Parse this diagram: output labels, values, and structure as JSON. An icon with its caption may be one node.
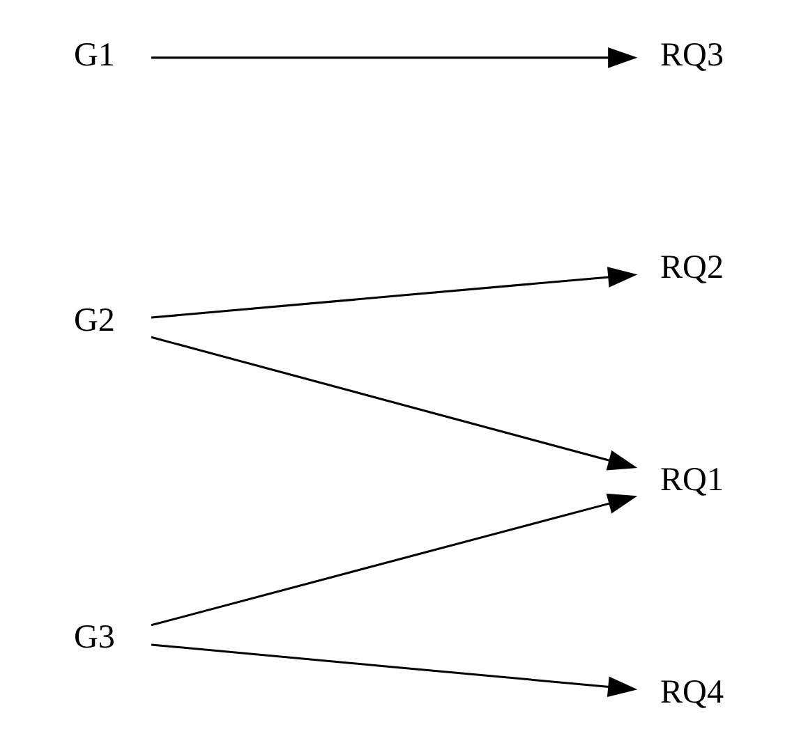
{
  "diagram": {
    "nodes": [
      {
        "text": [
          "G1"
        ]
      },
      {
        "text": [
          "G2"
        ]
      },
      {
        "text": [
          "G3"
        ]
      },
      {
        "text": [
          "RQ1"
        ]
      },
      {
        "text": [
          "RQ2"
        ]
      },
      {
        "text": [
          "RQ3"
        ]
      },
      {
        "text": [
          "RQ4"
        ]
      }
    ],
    "edges": [
      {
        "from": 0,
        "to": 5,
        "arrow": "to"
      },
      {
        "from": 1,
        "to": 3,
        "arrow": "to"
      },
      {
        "from": 1,
        "to": 4,
        "arrow": "to"
      },
      {
        "from": 2,
        "to": 3,
        "arrow": "to"
      },
      {
        "from": 2,
        "to": 6,
        "arrow": "to"
      }
    ]
  }
}
